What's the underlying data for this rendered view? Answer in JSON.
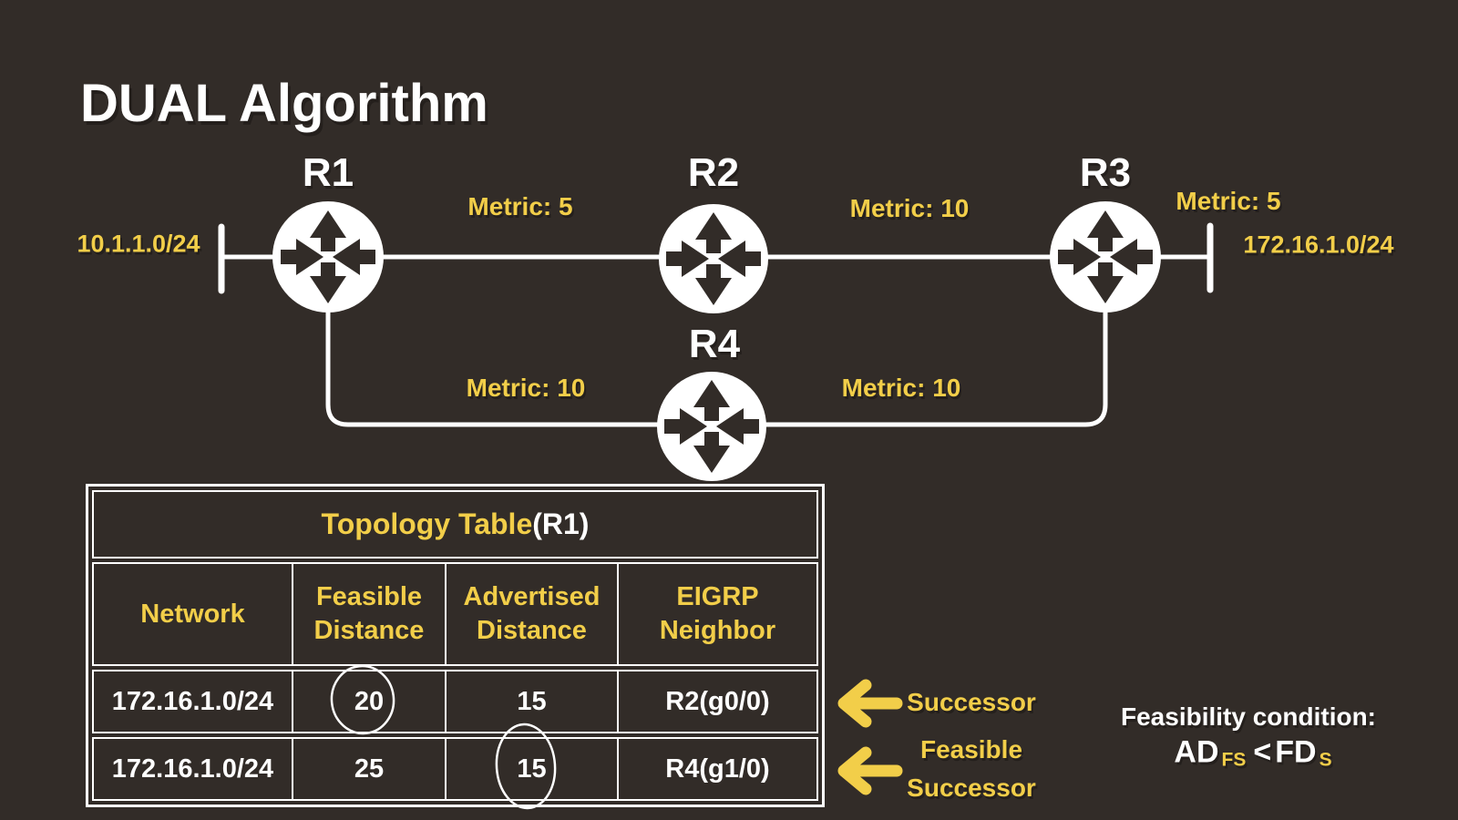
{
  "slide": {
    "title": "DUAL Algorithm"
  },
  "diagram": {
    "routers": [
      {
        "id": "R1",
        "label": "R1"
      },
      {
        "id": "R2",
        "label": "R2"
      },
      {
        "id": "R3",
        "label": "R3"
      },
      {
        "id": "R4",
        "label": "R4"
      }
    ],
    "link_metrics": [
      {
        "id": "r1-r2",
        "label": "Metric: 5"
      },
      {
        "id": "r2-r3",
        "label": "Metric: 10"
      },
      {
        "id": "r3-network",
        "label": "Metric: 5"
      },
      {
        "id": "r1-r4",
        "label": "Metric: 10"
      },
      {
        "id": "r4-r3",
        "label": "Metric: 10"
      }
    ],
    "networks": [
      {
        "id": "left",
        "label": "10.1.1.0/24"
      },
      {
        "id": "right",
        "label": "172.16.1.0/24"
      }
    ]
  },
  "table": {
    "title_main": "Topology Table",
    "title_suffix": "(R1)",
    "headers": [
      "Network",
      "Feasible Distance",
      "Advertised Distance",
      "EIGRP Neighbor"
    ],
    "rows": [
      {
        "network": "172.16.1.0/24",
        "fd": "20",
        "ad": "15",
        "neighbor": "R2(g0/0)",
        "circled": "fd"
      },
      {
        "network": "172.16.1.0/24",
        "fd": "25",
        "ad": "15",
        "neighbor": "R4(g1/0)",
        "circled": "ad"
      }
    ]
  },
  "annotations": {
    "successor": "Successor",
    "feasible_successor_line1": "Feasible",
    "feasible_successor_line2": "Successor"
  },
  "feasibility": {
    "heading": "Feasibility condition:",
    "ad": "AD",
    "ad_sub": "FS",
    "operator": "<",
    "fd": "FD",
    "fd_sub": "S"
  },
  "colors": {
    "background": "#322C28",
    "accent_yellow": "#F2CE49",
    "white": "#FFFFFF"
  }
}
